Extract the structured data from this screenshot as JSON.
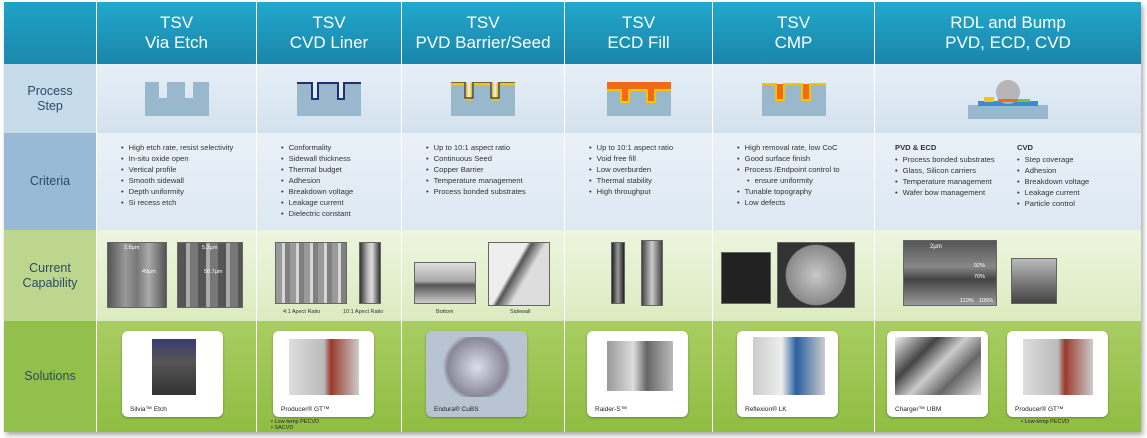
{
  "columns": [
    {
      "line1": "TSV",
      "line2": "Via Etch"
    },
    {
      "line1": "TSV",
      "line2": "CVD Liner"
    },
    {
      "line1": "TSV",
      "line2": "PVD Barrier/Seed"
    },
    {
      "line1": "TSV",
      "line2": "ECD Fill"
    },
    {
      "line1": "TSV",
      "line2": "CMP"
    },
    {
      "line1": "RDL and Bump",
      "line2": "PVD, ECD, CVD"
    }
  ],
  "row_labels": {
    "process": [
      "Process",
      "Step"
    ],
    "criteria": [
      "Criteria"
    ],
    "capability": [
      "Current",
      "Capability"
    ],
    "solutions": [
      "Solutions"
    ]
  },
  "criteria": [
    [
      "High etch rate, resist selectivity",
      "In-situ oxide open",
      "Vertical profile",
      "Smooth sidewall",
      "Depth uniformity",
      "Si recess etch"
    ],
    [
      "Conformality",
      "Sidewall thickness",
      "Thermal budget",
      "Adhesion",
      "Breakdown voltage",
      "Leakage current",
      "Dielectric constant"
    ],
    [
      "Up to 10:1 aspect ratio",
      "Continuous Seed",
      "Copper Barrier",
      "Temperature management",
      "Process bonded substrates"
    ],
    [
      "Up to 10:1 aspect ratio",
      "Void free fill",
      "Low overburden",
      "Thermal stability",
      "High throughput"
    ],
    [
      "High removal rate, low CoC",
      "Good surface finish",
      "Process /Endpoint control to",
      "ensure uniformity",
      "Tunable topography",
      "Low defects"
    ]
  ],
  "criteria_rdl": {
    "pvd_title": "PVD & ECD",
    "pvd": [
      "Process bonded substrates",
      "Glass, Silicon carriers",
      "Temperature management",
      "Wafer bow management"
    ],
    "cvd_title": "CVD",
    "cvd": [
      "Step coverage",
      "Adhesion",
      "Breakdown voltage",
      "Leakage current",
      "Particle control"
    ]
  },
  "capability": {
    "etch": {
      "m1": "2.8µm",
      "m2": "49µm",
      "m3": "5.2µm",
      "m4": "50.7µm"
    },
    "cvd": {
      "c1": "4:1 Apect Ratio",
      "c2": "10:1 Apect Ratio"
    },
    "pvd": {
      "c1": "Bottom",
      "c2": "Sidewall"
    },
    "rdl": {
      "m1": "2µm",
      "p1": "92%",
      "p2": "70%",
      "p3": "110%",
      "p4": "105%"
    }
  },
  "solutions": [
    {
      "name": "Silvia™ Etch",
      "notes": []
    },
    {
      "name": "Producer® GT™",
      "notes": [
        "• Low-temp PECVD",
        "• SACVD"
      ]
    },
    {
      "name": "Endura® CuBS",
      "notes": []
    },
    {
      "name": "Raider-S™",
      "notes": []
    },
    {
      "name": "Reflexion® LK",
      "notes": []
    },
    {
      "name": "Charger™ UBM",
      "notes": []
    },
    {
      "name": "Producer® GT™",
      "notes": [
        "• Low-temp PECVD"
      ]
    }
  ],
  "colors": {
    "header": "#1c96bd",
    "process": "#d7e6f1",
    "criteria": "#9cbdd8",
    "capability": "#c9df9e",
    "solutions": "#9bc44f"
  }
}
